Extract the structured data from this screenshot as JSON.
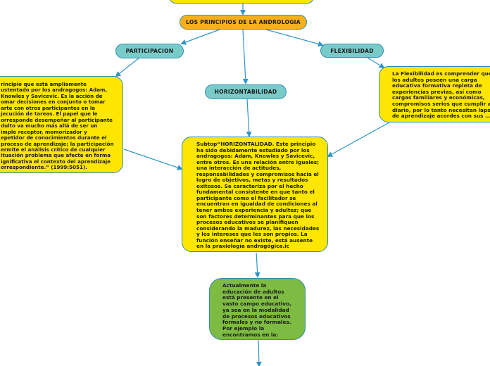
{
  "colors": {
    "connector": "#2f95c9",
    "root_fill": "#f7b01c",
    "branch_fill": "#79cbc9",
    "note_fill": "#ffe600",
    "green_fill": "#7dbb42",
    "border": "#2e8fb0"
  },
  "root": {
    "label": "LOS PRINCIPIOS DE LA ANDROLOGIA"
  },
  "branches": {
    "participacion": "PARTICIPACION",
    "horizontabilidad": "HORIZONTABILIDAD",
    "flexibilidad": "FLEXIBILIDAD"
  },
  "notes": {
    "participacion": "rincipio que está ampliamente\nustentado por los andragogos: Adam,\nKnowles y Savicevic. Es la acción de\nomar decisiones en conjunto o tomar\narte con otros participantes en la\njecución de tareas. El papel que le\norresponde desempeñar al participante\ndulto va mucho más allá de ser un\nimple receptor, memorizador y\nepetidor de conocimientos durante el\nproceso de aprendizaje; la participación\nermite el análisis crítico de cualquier\nituación problema que afecte en forma\nignificativa el contexto del aprendizaje\norrespondiente.” (1999:5051).",
    "horizontabilidad": "Subtop“HORIZONTALIDAD. Este principio\nha sido debidamente estudiado por los\nandragogos: Adam, Knowles y Savicevic,\nentre otros. Es una relación entre iguales;\nuna interacción de actitudes,\nresponsabilidades y compromisos hacia el\nlogro de objetivos, metas y resultados\nexitosos. Se caracteriza por el hecho\nfundamental consistente en que tanto el\nparticipante como el facilitador se\nencuentran en igualdad de condiciones al\ntener ambos experiencia y adultez; que\nson factores determinantes para que los\nprocesos educativos se planifiquen\nconsiderando la madurez, las necesidades\ny los intereses que les son propios. La\nfunción enseñar no existe, está ausente\nen la praxiología andragógica.ic",
    "flexibilidad": "La Flexibilidad es comprender que\nlos adultos poseen una carga\neducativa formativa repleta de\nexperiencias previas, así como\ncargas familiares y económicas,\ncompromisos serios que cumplir a\ndiario, por lo tanto necesitan lapsos\nde aprendizaje acordes con sus ...",
    "actualmente": "Actualmente la\neducación de adultos\nestá presente en el\nvasto campo educativo,\nya sea en la modalidad\nde procesos educativos\nformales y no formales.\nPor ejemplo la\nencontramos en la:"
  }
}
